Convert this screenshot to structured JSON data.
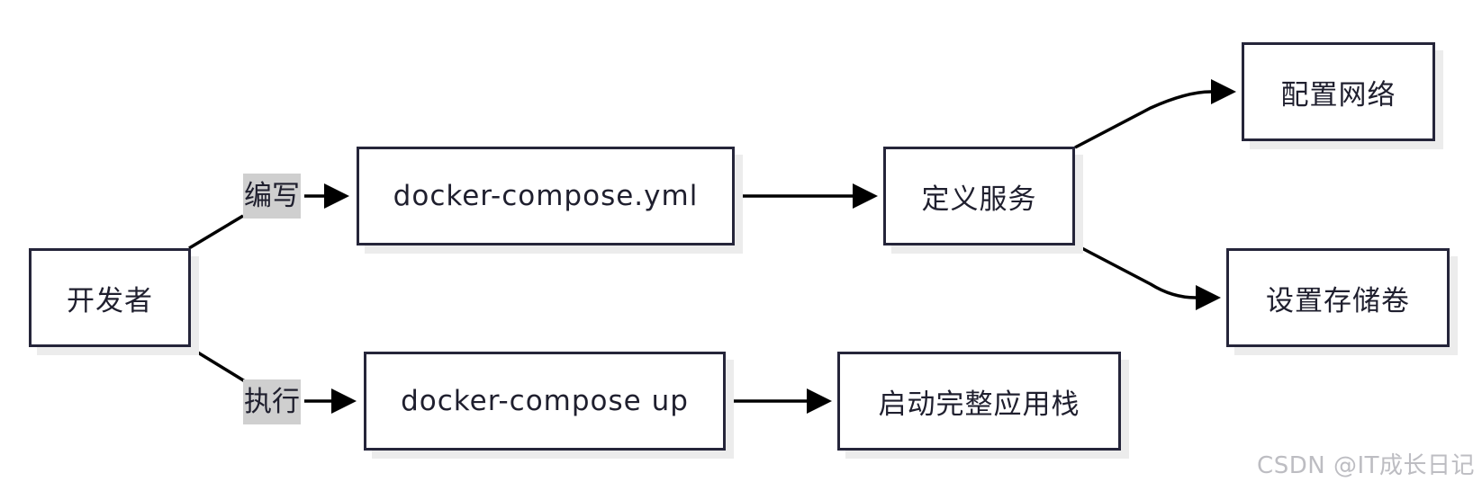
{
  "diagram": {
    "nodes": {
      "developer": "开发者",
      "compose_file": "docker-compose.yml",
      "compose_up": "docker-compose up",
      "define_services": "定义服务",
      "configure_network": "配置网络",
      "configure_volumes": "设置存储卷",
      "start_stack": "启动完整应用栈"
    },
    "edge_labels": {
      "write": "编写",
      "execute": "执行"
    }
  },
  "watermark": "CSDN @IT成长日记"
}
